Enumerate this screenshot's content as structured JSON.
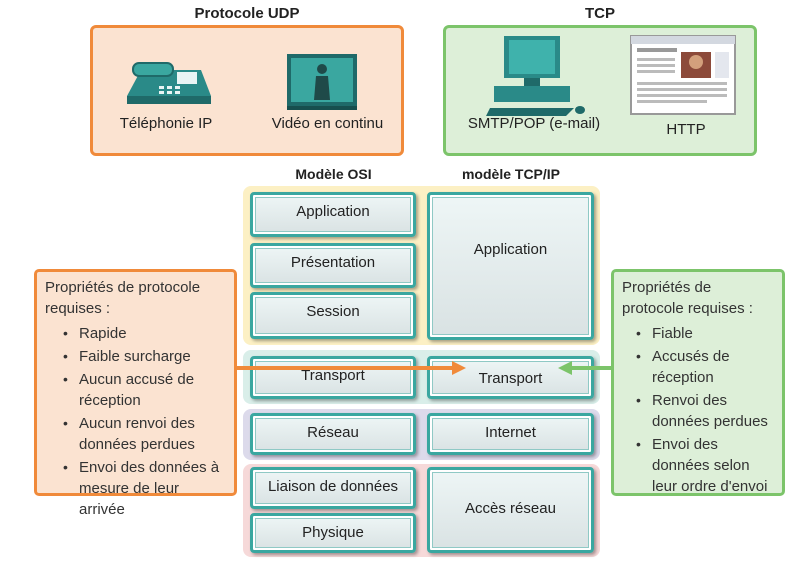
{
  "udp": {
    "title": "Protocole UDP",
    "items": [
      "Téléphonie IP",
      "Vidéo en continu"
    ]
  },
  "tcp": {
    "title": "TCP",
    "items": [
      "SMTP/POP (e-mail)",
      "HTTP"
    ]
  },
  "osi": {
    "title": "Modèle OSI",
    "layers": [
      "Application",
      "Présentation",
      "Session",
      "Transport",
      "Réseau",
      "Liaison de données",
      "Physique"
    ]
  },
  "tcpip": {
    "title": "modèle TCP/IP",
    "layers": [
      "Application",
      "Transport",
      "Internet",
      "Accès réseau"
    ]
  },
  "udp_props": {
    "heading": "Propriétés de protocole requises :",
    "items": [
      "Rapide",
      "Faible surcharge",
      "Aucun accusé de réception",
      "Aucun renvoi des données perdues",
      "Envoi des données à mesure de leur arrivée"
    ]
  },
  "tcp_props": {
    "heading": "Propriétés de protocole requises :",
    "items": [
      "Fiable",
      "Accusés de réception",
      "Renvoi des données perdues",
      "Envoi des données selon leur ordre d'envoi"
    ]
  },
  "colors": {
    "udp": "#f08a3a",
    "tcp": "#7cc46a",
    "layer_border": "#3aa7a0",
    "band_app": "#fcf0c4",
    "band_transport": "#d9eee9",
    "band_network": "#dcdaeb",
    "band_access": "#f6d9d9"
  },
  "icons": [
    "ip-phone-icon",
    "video-screen-icon",
    "computer-icon",
    "web-browser-icon",
    "arrow-right-icon",
    "arrow-left-icon"
  ]
}
